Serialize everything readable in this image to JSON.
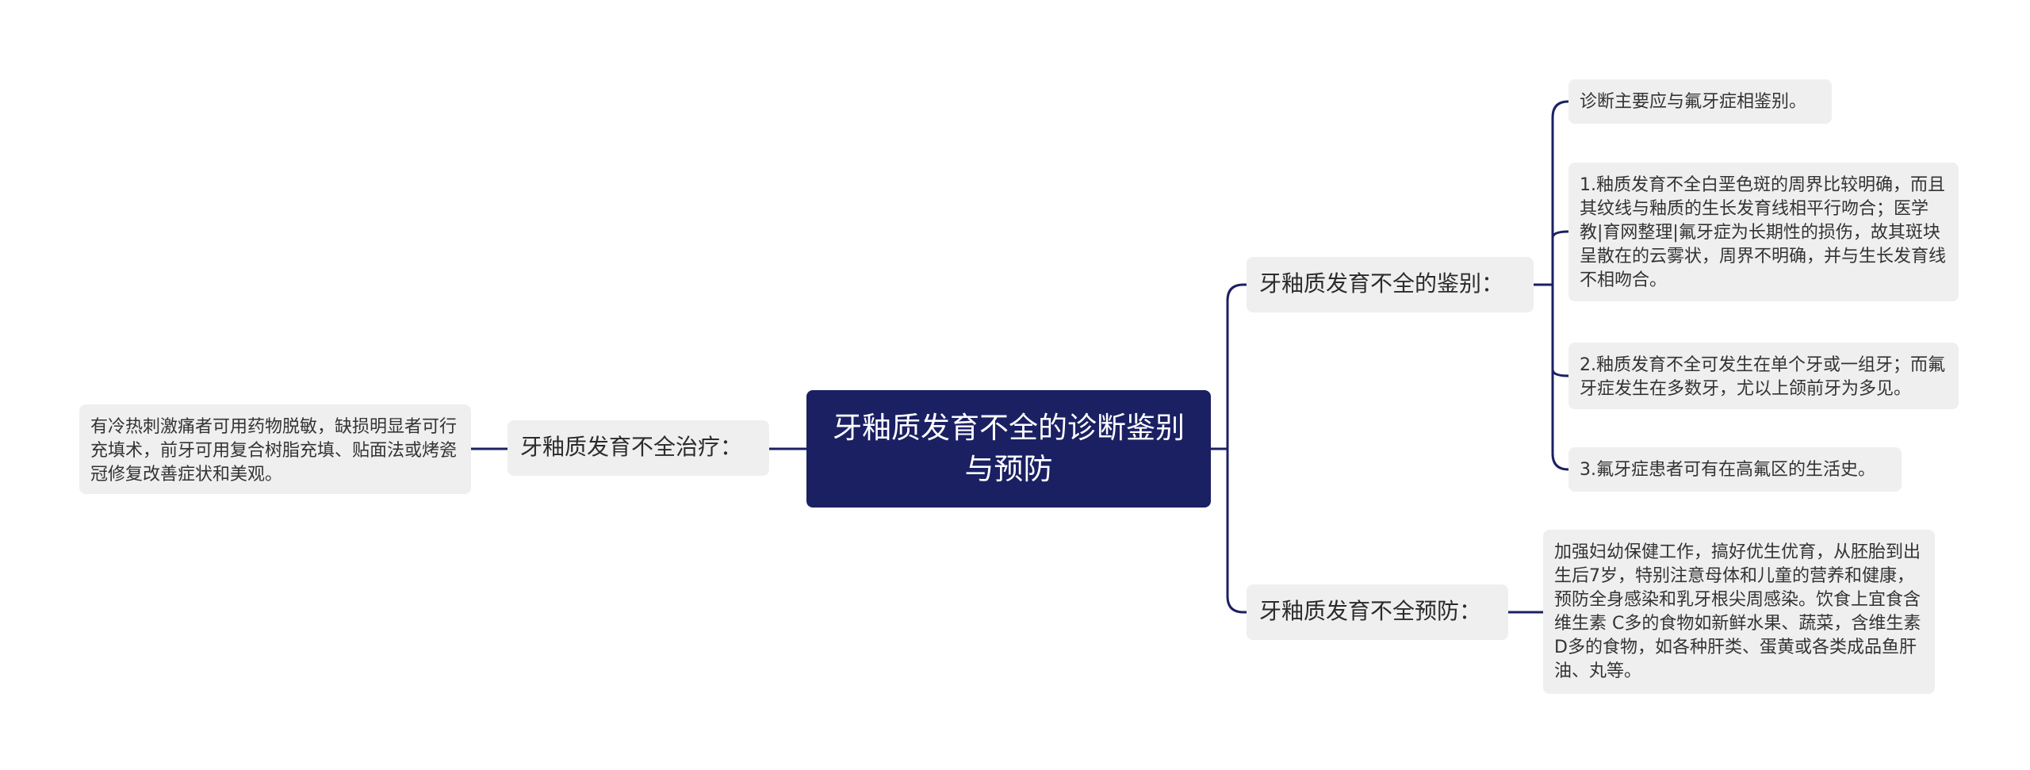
{
  "root": {
    "title": "牙釉质发育不全的诊断鉴别与预防"
  },
  "branches": {
    "treatment": {
      "label": "牙釉质发育不全治疗：",
      "leaf": "有冷热刺激痛者可用药物脱敏，缺损明显者可行充填术，前牙可用复合树脂充填、贴面法或烤瓷冠修复改善症状和美观。"
    },
    "diagnosis": {
      "label": "牙釉质发育不全的鉴别：",
      "leaves": [
        "诊断主要应与氟牙症相鉴别。",
        "1.釉质发育不全白垩色斑的周界比较明确，而且其纹线与釉质的生长发育线相平行吻合；医学教|育网整理|氟牙症为长期性的损伤，故其斑块呈散在的云雾状，周界不明确，并与生长发育线不相吻合。",
        "2.釉质发育不全可发生在单个牙或一组牙；而氟牙症发生在多数牙，尤以上颌前牙为多见。",
        "3.氟牙症患者可有在高氟区的生活史。"
      ]
    },
    "prevention": {
      "label": "牙釉质发育不全预防：",
      "leaf": "加强妇幼保健工作，搞好优生优育，从胚胎到出生后7岁，特别注意母体和儿童的营养和健康，预防全身感染和乳牙根尖周感染。饮食上宜食含维生素 C多的食物如新鲜水果、蔬菜，含维生素D多的食物，如各种肝类、蛋黄或各类成品鱼肝油、丸等。"
    }
  },
  "colors": {
    "root_bg": "#1b2063",
    "root_text": "#ffffff",
    "node_bg": "#efefef",
    "connector": "#1b2063"
  }
}
